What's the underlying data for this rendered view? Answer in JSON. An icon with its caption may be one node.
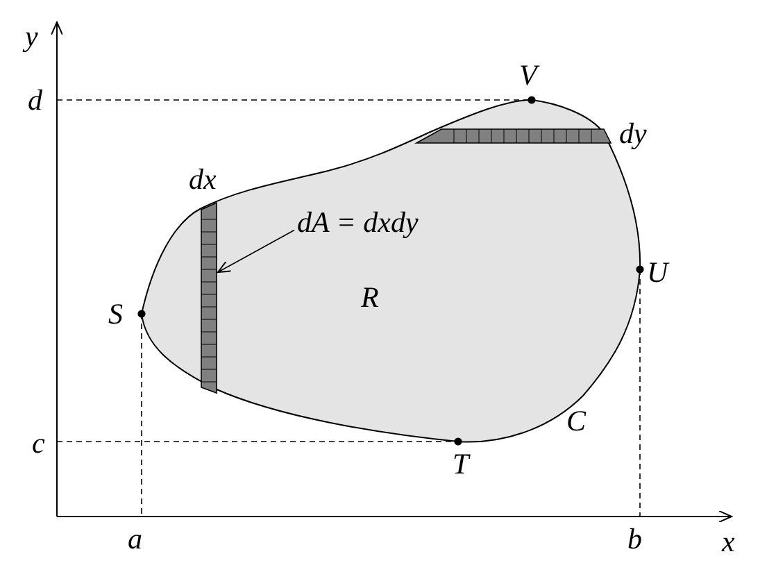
{
  "diagram": {
    "nodes": [
      {
        "text": [
          "dA = dxdy"
        ]
      },
      {
        "text": [],
        "shape": "bar",
        "beside": [
          "dx"
        ]
      }
    ],
    "edges": [
      {
        "from": 0,
        "to": 1,
        "arrow": "to"
      }
    ],
    "labels": [
      "y",
      "d",
      "V",
      "dy",
      "U",
      "S",
      "R",
      "C",
      "c",
      "T",
      "a",
      "b",
      "x"
    ]
  }
}
